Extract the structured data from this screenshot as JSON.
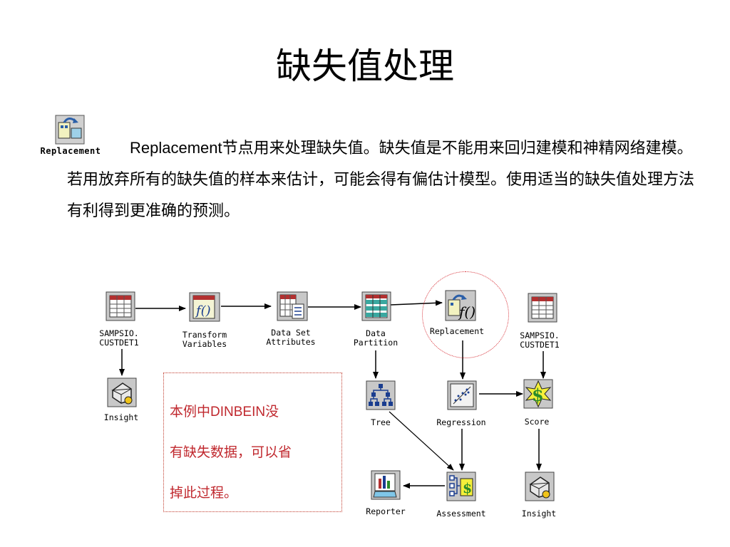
{
  "slide": {
    "title": "缺失值处理",
    "replacement_label": "Replacement",
    "para_en": "Replacement",
    "para_rest": "节点用来处理缺失值。缺失值是不能用来回归建模和神精网络建模。若用放弃所有的缺失值的样本来估计，可能会得有偏估计模型。使用适当的缺失值处理方法有利得到更准确的预测。"
  },
  "diagram": {
    "nodes": {
      "sampsio1": "SAMPSIO.\nCUSTDET1",
      "transform": "Transform\nVariables",
      "dsattr": "Data Set\nAttributes",
      "partition": "Data\nPartition",
      "replacement": "Replacement",
      "sampsio2": "SAMPSIO.\nCUSTDET1",
      "insight1": "Insight",
      "tree": "Tree",
      "regression": "Regression",
      "score": "Score",
      "reporter": "Reporter",
      "assessment": "Assessment",
      "insight2": "Insight"
    },
    "note": {
      "line1_a": "本例中",
      "line1_en": "DINBEIN",
      "line1_b": "没",
      "line2": "有缺失数据，可以省",
      "line3": "掉此过程。"
    }
  },
  "colors": {
    "note_text": "#c0282e",
    "note_border": "#c0392b",
    "highlight_circle": "#d8333a"
  }
}
